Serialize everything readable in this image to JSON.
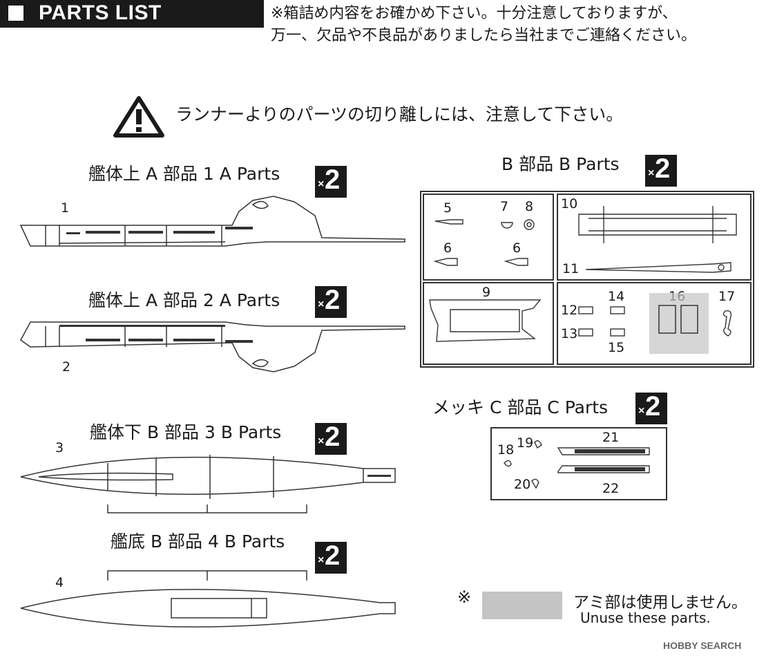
{
  "header": {
    "title": "PARTS LIST"
  },
  "notice": {
    "line1": "※箱詰め内容をお確かめ下さい。十分注意しておりますが、",
    "line2": "万一、欠品や不良品がありましたら当社までご連絡ください。"
  },
  "warning": {
    "icon": "warning-triangle-icon",
    "text": "ランナーよりのパーツの切り離しには、注意して下さい。"
  },
  "multiplier": {
    "x": "×",
    "count": "2"
  },
  "sections": {
    "a1": {
      "title": "艦体上 A 部品 1 A Parts",
      "number": "1"
    },
    "a2": {
      "title": "艦体上 A 部品 2 A Parts",
      "number": "2"
    },
    "b3": {
      "title": "艦体下 B 部品 3 B Parts",
      "number": "3"
    },
    "b4": {
      "title": "艦底 B 部品 4 B Parts",
      "number": "4"
    },
    "bparts": {
      "title": "B 部品 B Parts"
    },
    "cparts": {
      "title": "メッキ C 部品 C Parts"
    }
  },
  "b_runner_numbers": {
    "n5": "5",
    "n7": "7",
    "n8": "8",
    "n6a": "6",
    "n6b": "6",
    "n10": "10",
    "n11": "11",
    "n9": "9",
    "n12": "12",
    "n13": "13",
    "n14": "14",
    "n15": "15",
    "n16": "16",
    "n17": "17"
  },
  "c_runner_numbers": {
    "n18": "18",
    "n19": "19",
    "n20": "20",
    "n21": "21",
    "n22": "22"
  },
  "legend": {
    "mark": "※",
    "text_jp": "アミ部は使用しません。",
    "text_en": "Unuse these parts.",
    "swatch_color": "#c4c4c4"
  },
  "watermark": "HOBBY SEARCH"
}
